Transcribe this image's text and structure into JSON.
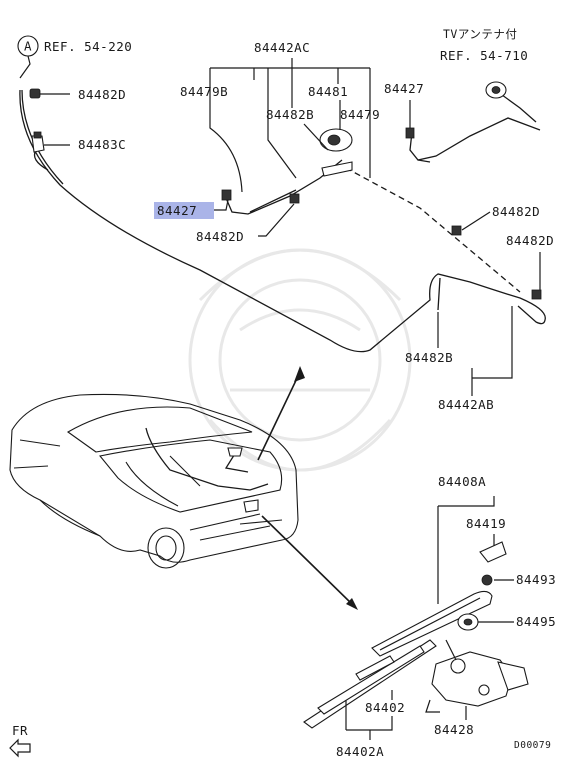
{
  "callout_ref": {
    "letter": "A",
    "ref_text": "REF. 54-220"
  },
  "tv_antenna_note": {
    "line1": "TVアンテナ付",
    "line2": "REF. 54-710"
  },
  "labels": {
    "p84442AC": "84442AC",
    "p84479B": "84479B",
    "p84481": "84481",
    "p84482B_top": "84482B",
    "p84479": "84479",
    "p84427_top": "84427",
    "p84482D_left": "84482D",
    "p84483C": "84483C",
    "p84427_hl": "84427",
    "p84482D_mid": "84482D",
    "p84482D_right1": "84482D",
    "p84482D_right2": "84482D",
    "p84482B_bottom": "84482B",
    "p84442AB": "84442AB",
    "p84408A": "84408A",
    "p84419": "84419",
    "p84493": "84493",
    "p84495": "84495",
    "p84402": "84402",
    "p84428": "84428",
    "p84402A": "84402A"
  },
  "front_marker": "FR",
  "diagram_code": "D00079",
  "highlight_color": "#aab4e8"
}
